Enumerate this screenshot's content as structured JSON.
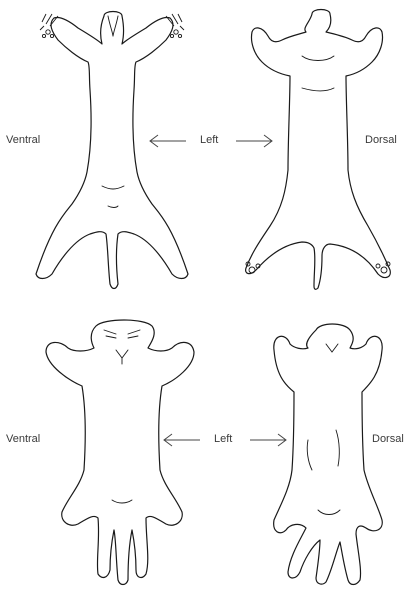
{
  "top_panel": {
    "left_label": "Ventral",
    "center_label": "Left",
    "right_label": "Dorsal"
  },
  "bottom_panel": {
    "left_label": "Ventral",
    "center_label": "Left",
    "right_label": "Dorsal"
  }
}
